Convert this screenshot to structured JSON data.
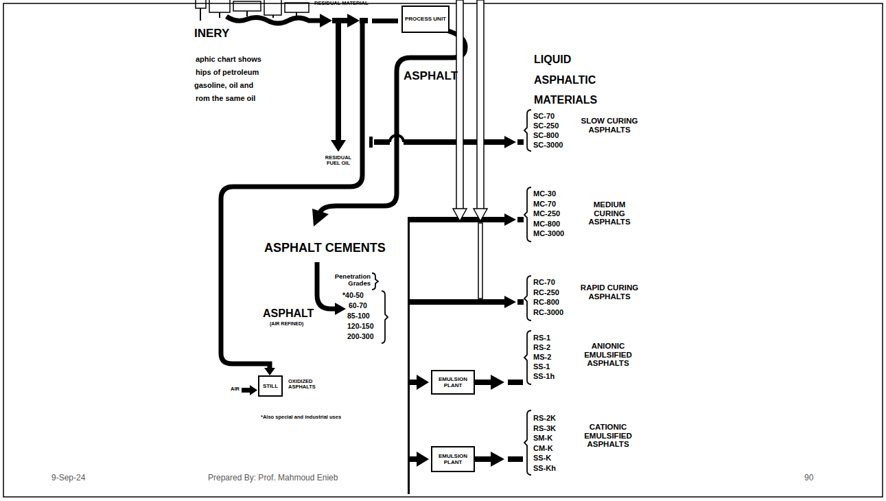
{
  "diagram": {
    "nodes": [
      {
        "text": [
          "PROCESS UNIT"
        ]
      },
      {
        "text": [
          "STILL"
        ]
      },
      {
        "text": [
          "EMULSION PLANT"
        ]
      },
      {
        "text": [
          "EMULSION PLANT"
        ]
      }
    ],
    "labels": [
      "RESIDUAL MATERIAL",
      "INERY",
      "aphic chart shows",
      "hips of petroleum",
      "gasoline, oil and",
      "rom the same oil",
      "ASPHALT",
      "RESIDUAL FUEL OIL",
      "LIQUID ASPHALTIC MATERIALS",
      "SC-70",
      "SC-250",
      "SC-800",
      "SC-3000",
      "SLOW CURING ASPHALTS",
      "MC-30",
      "MC-70",
      "MC-250",
      "MC-800",
      "MC-3000",
      "MEDIUM CURING ASPHALTS",
      "RC-70",
      "RC-250",
      "RC-800",
      "RC-3000",
      "RAPID CURING ASPHALTS",
      "RS-1",
      "RS-2",
      "MS-2",
      "SS-1",
      "SS-1h",
      "ANIONIC EMULSIFIED ASPHALTS",
      "RS-2K",
      "RS-3K",
      "SM-K",
      "CM-K",
      "SS-K",
      "SS-Kh",
      "CATIONIC EMULSIFIED ASPHALTS",
      "ASPHALT CEMENTS",
      "Penetration Grades",
      "*40-50",
      "60-70",
      "85-100",
      "120-150",
      "200-300",
      "ASPHALT",
      "(AIR REFINED)",
      "AIR",
      "OXIDIZED ASPHALTS",
      "*Also special and industrial uses",
      "9-Sep-24",
      "Prepared By: Prof. Mahmoud Enieb",
      "90"
    ]
  }
}
